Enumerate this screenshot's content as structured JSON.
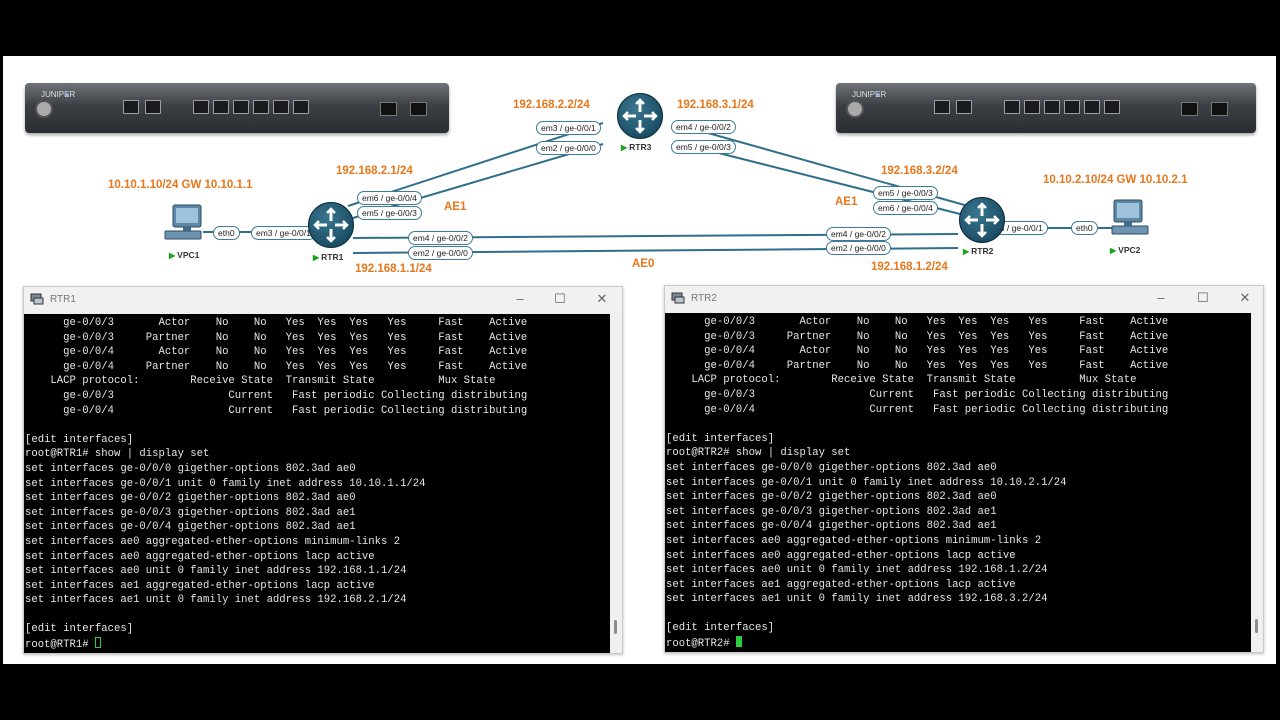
{
  "topology": {
    "ip_vpc1": "10.10.1.10/24 GW 10.10.1.1",
    "ip_vpc2": "10.10.2.10/24 GW 10.10.2.1",
    "ip_rtr1_ae1": "192.168.2.1/24",
    "ip_rtr1_ae0": "192.168.1.1/24",
    "ip_rtr3_left": "192.168.2.2/24",
    "ip_rtr3_right": "192.168.3.1/24",
    "ip_rtr2_ae1": "192.168.3.2/24",
    "ip_rtr2_ae0": "192.168.1.2/24",
    "ae1_left": "AE1",
    "ae1_right": "AE1",
    "ae0": "AE0",
    "nodes": {
      "vpc1": "VPC1",
      "vpc2": "VPC2",
      "rtr1": "RTR1",
      "rtr2": "RTR2",
      "rtr3": "RTR3"
    },
    "ports": {
      "vpc1_eth0": "eth0",
      "rtr1_em3": "em3 / ge-0/0/1",
      "rtr1_em6": "em6 / ge-0/0/4",
      "rtr1_em5": "em5 / ge-0/0/3",
      "rtr1_em4": "em4 / ge-0/0/2",
      "rtr1_em2": "em2 / ge-0/0/0",
      "rtr3_em3": "em3 / ge-0/0/1",
      "rtr3_em2": "em2 / ge-0/0/0",
      "rtr3_em4": "em4 / ge-0/0/2",
      "rtr3_em5": "em5 / ge-0/0/3",
      "rtr2_em5": "em5 / ge-0/0/3",
      "rtr2_em6": "em6 / ge-0/0/4",
      "rtr2_em4": "em4 / ge-0/0/2",
      "rtr2_em2": "em2 / ge-0/0/0",
      "rtr2_em3": "em3 / ge-0/0/1",
      "vpc2_eth0": "eth0"
    },
    "device_brand": "JUNIPER"
  },
  "windows": [
    {
      "title": "RTR1",
      "lines": [
        "      ge-0/0/3       Actor    No    No   Yes  Yes  Yes   Yes     Fast    Active",
        "      ge-0/0/3     Partner    No    No   Yes  Yes  Yes   Yes     Fast    Active",
        "      ge-0/0/4       Actor    No    No   Yes  Yes  Yes   Yes     Fast    Active",
        "      ge-0/0/4     Partner    No    No   Yes  Yes  Yes   Yes     Fast    Active",
        "    LACP protocol:        Receive State  Transmit State          Mux State",
        "      ge-0/0/3                  Current   Fast periodic Collecting distributing",
        "      ge-0/0/4                  Current   Fast periodic Collecting distributing",
        "",
        "[edit interfaces]",
        "root@RTR1# show | display set",
        "set interfaces ge-0/0/0 gigether-options 802.3ad ae0",
        "set interfaces ge-0/0/1 unit 0 family inet address 10.10.1.1/24",
        "set interfaces ge-0/0/2 gigether-options 802.3ad ae0",
        "set interfaces ge-0/0/3 gigether-options 802.3ad ae1",
        "set interfaces ge-0/0/4 gigether-options 802.3ad ae1",
        "set interfaces ae0 aggregated-ether-options minimum-links 2",
        "set interfaces ae0 aggregated-ether-options lacp active",
        "set interfaces ae0 unit 0 family inet address 192.168.1.1/24",
        "set interfaces ae1 aggregated-ether-options lacp active",
        "set interfaces ae1 unit 0 family inet address 192.168.2.1/24",
        "",
        "[edit interfaces]"
      ],
      "prompt": "root@RTR1# "
    },
    {
      "title": "RTR2",
      "lines": [
        "      ge-0/0/3       Actor    No    No   Yes  Yes  Yes   Yes     Fast    Active",
        "      ge-0/0/3     Partner    No    No   Yes  Yes  Yes   Yes     Fast    Active",
        "      ge-0/0/4       Actor    No    No   Yes  Yes  Yes   Yes     Fast    Active",
        "      ge-0/0/4     Partner    No    No   Yes  Yes  Yes   Yes     Fast    Active",
        "    LACP protocol:        Receive State  Transmit State          Mux State",
        "      ge-0/0/3                  Current   Fast periodic Collecting distributing",
        "      ge-0/0/4                  Current   Fast periodic Collecting distributing",
        "",
        "[edit interfaces]",
        "root@RTR2# show | display set",
        "set interfaces ge-0/0/0 gigether-options 802.3ad ae0",
        "set interfaces ge-0/0/1 unit 0 family inet address 10.10.2.1/24",
        "set interfaces ge-0/0/2 gigether-options 802.3ad ae0",
        "set interfaces ge-0/0/3 gigether-options 802.3ad ae1",
        "set interfaces ge-0/0/4 gigether-options 802.3ad ae1",
        "set interfaces ae0 aggregated-ether-options minimum-links 2",
        "set interfaces ae0 aggregated-ether-options lacp active",
        "set interfaces ae0 unit 0 family inet address 192.168.1.2/24",
        "set interfaces ae1 aggregated-ether-options lacp active",
        "set interfaces ae1 unit 0 family inet address 192.168.3.2/24",
        "",
        "[edit interfaces]"
      ],
      "prompt": "root@RTR2# "
    }
  ],
  "controls": {
    "minimize": "–",
    "maximize": "☐",
    "close": "✕"
  },
  "colors": {
    "ip_label": "#e8771b",
    "link": "#2f6f8c",
    "cursor": "#2ecc40",
    "terminal_bg": "#000000",
    "terminal_fg": "#e6e6e6"
  }
}
